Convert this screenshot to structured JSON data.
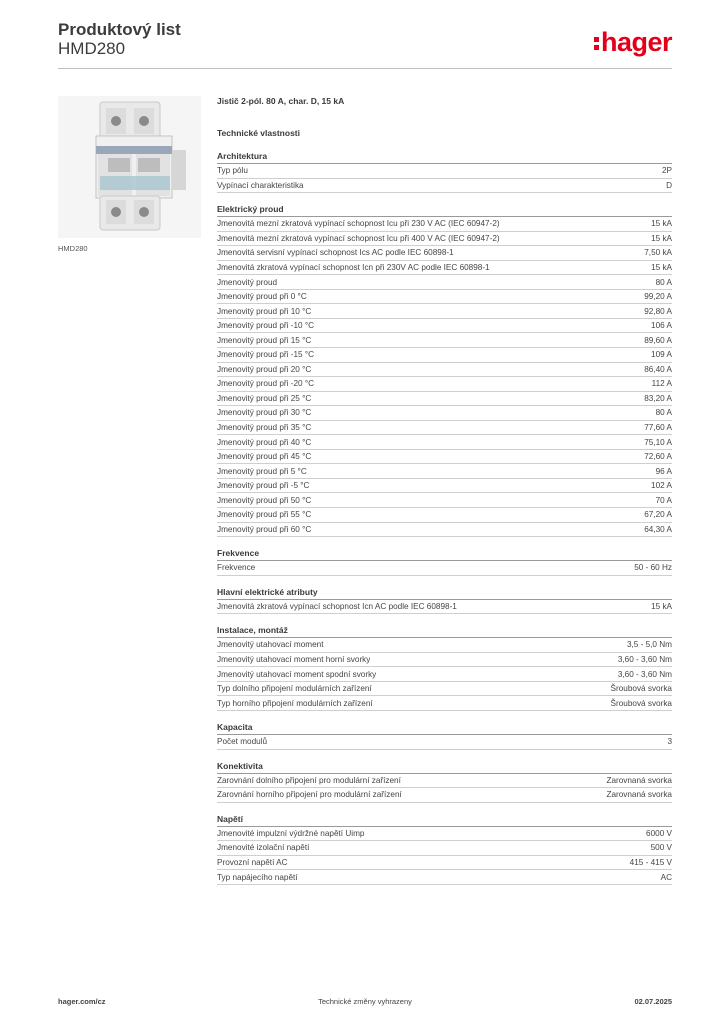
{
  "header": {
    "title": "Produktový list",
    "subtitle": "HMD280",
    "logo_text": "hager",
    "brand_color": "#e2001a"
  },
  "image": {
    "caption": "HMD280"
  },
  "product_name": "Jistič 2-pól. 80 A, char. D, 15 kA",
  "tech_title": "Technické vlastnosti",
  "sections": [
    {
      "title": "Architektura",
      "rows": [
        {
          "k": "Typ pólu",
          "v": "2P"
        },
        {
          "k": "Vypínací charakteristika",
          "v": "D"
        }
      ]
    },
    {
      "title": "Elektrický proud",
      "rows": [
        {
          "k": "Jmenovitá mezní zkratová vypínací schopnost Icu při 230 V AC (IEC 60947-2)",
          "v": "15 kA"
        },
        {
          "k": "Jmenovitá mezní zkratová vypínací schopnost Icu při 400 V AC (IEC 60947-2)",
          "v": "15 kA"
        },
        {
          "k": "Jmenovitá servisní vypínací schopnost Ics AC podle IEC 60898-1",
          "v": "7,50 kA"
        },
        {
          "k": "Jmenovitá zkratová vypínací schopnost Icn při 230V AC podle IEC 60898-1",
          "v": "15 kA"
        },
        {
          "k": "Jmenovitý proud",
          "v": "80 A"
        },
        {
          "k": "Jmenovitý proud při 0 °C",
          "v": "99,20 A"
        },
        {
          "k": "Jmenovitý proud při 10 °C",
          "v": "92,80 A"
        },
        {
          "k": "Jmenovitý proud při -10 °C",
          "v": "106 A"
        },
        {
          "k": "Jmenovitý proud při 15 °C",
          "v": "89,60 A"
        },
        {
          "k": "Jmenovitý proud při -15 °C",
          "v": "109 A"
        },
        {
          "k": "Jmenovitý proud při 20 °C",
          "v": "86,40 A"
        },
        {
          "k": "Jmenovitý proud při -20 °C",
          "v": "112 A"
        },
        {
          "k": "Jmenovitý proud při 25 °C",
          "v": "83,20 A"
        },
        {
          "k": "Jmenovitý proud při 30 °C",
          "v": "80 A"
        },
        {
          "k": "Jmenovitý proud při 35 °C",
          "v": "77,60 A"
        },
        {
          "k": "Jmenovitý proud při 40 °C",
          "v": "75,10 A"
        },
        {
          "k": "Jmenovitý proud při 45 °C",
          "v": "72,60 A"
        },
        {
          "k": "Jmenovitý proud při 5 °C",
          "v": "96 A"
        },
        {
          "k": "Jmenovitý proud při -5 °C",
          "v": "102 A"
        },
        {
          "k": "Jmenovitý proud při 50 °C",
          "v": "70 A"
        },
        {
          "k": "Jmenovitý proud při 55 °C",
          "v": "67,20 A"
        },
        {
          "k": "Jmenovitý proud při 60 °C",
          "v": "64,30 A"
        }
      ]
    },
    {
      "title": "Frekvence",
      "rows": [
        {
          "k": "Frekvence",
          "v": "50 - 60 Hz"
        }
      ]
    },
    {
      "title": "Hlavní elektrické atributy",
      "rows": [
        {
          "k": "Jmenovitá zkratová vypínací schopnost Icn AC podle IEC 60898-1",
          "v": "15 kA"
        }
      ]
    },
    {
      "title": "Instalace, montáž",
      "rows": [
        {
          "k": "Jmenovitý utahovací moment",
          "v": "3,5 - 5,0 Nm"
        },
        {
          "k": "Jmenovitý utahovací moment horní svorky",
          "v": "3,60 - 3,60 Nm"
        },
        {
          "k": "Jmenovitý utahovací moment spodní svorky",
          "v": "3,60 - 3,60 Nm"
        },
        {
          "k": "Typ dolního připojení modulárních zařízení",
          "v": "Šroubová svorka"
        },
        {
          "k": "Typ horního připojení modulárních zařízení",
          "v": "Šroubová svorka"
        }
      ]
    },
    {
      "title": "Kapacita",
      "rows": [
        {
          "k": "Počet modulů",
          "v": "3"
        }
      ]
    },
    {
      "title": "Konektivita",
      "rows": [
        {
          "k": "Zarovnání dolního připojení pro modulární zařízení",
          "v": "Zarovnaná svorka"
        },
        {
          "k": "Zarovnání horního připojení pro modulární zařízení",
          "v": "Zarovnaná svorka"
        }
      ]
    },
    {
      "title": "Napětí",
      "rows": [
        {
          "k": "Jmenovité impulzní výdržné napětí Uimp",
          "v": "6000 V"
        },
        {
          "k": "Jmenovité izolační napětí",
          "v": "500 V"
        },
        {
          "k": "Provozní napětí AC",
          "v": "415 - 415 V"
        },
        {
          "k": "Typ napájecího napětí",
          "v": "AC"
        }
      ]
    }
  ],
  "footer": {
    "left": "hager.com/cz",
    "center": "Technické změny vyhrazeny",
    "right": "02.07.2025"
  }
}
